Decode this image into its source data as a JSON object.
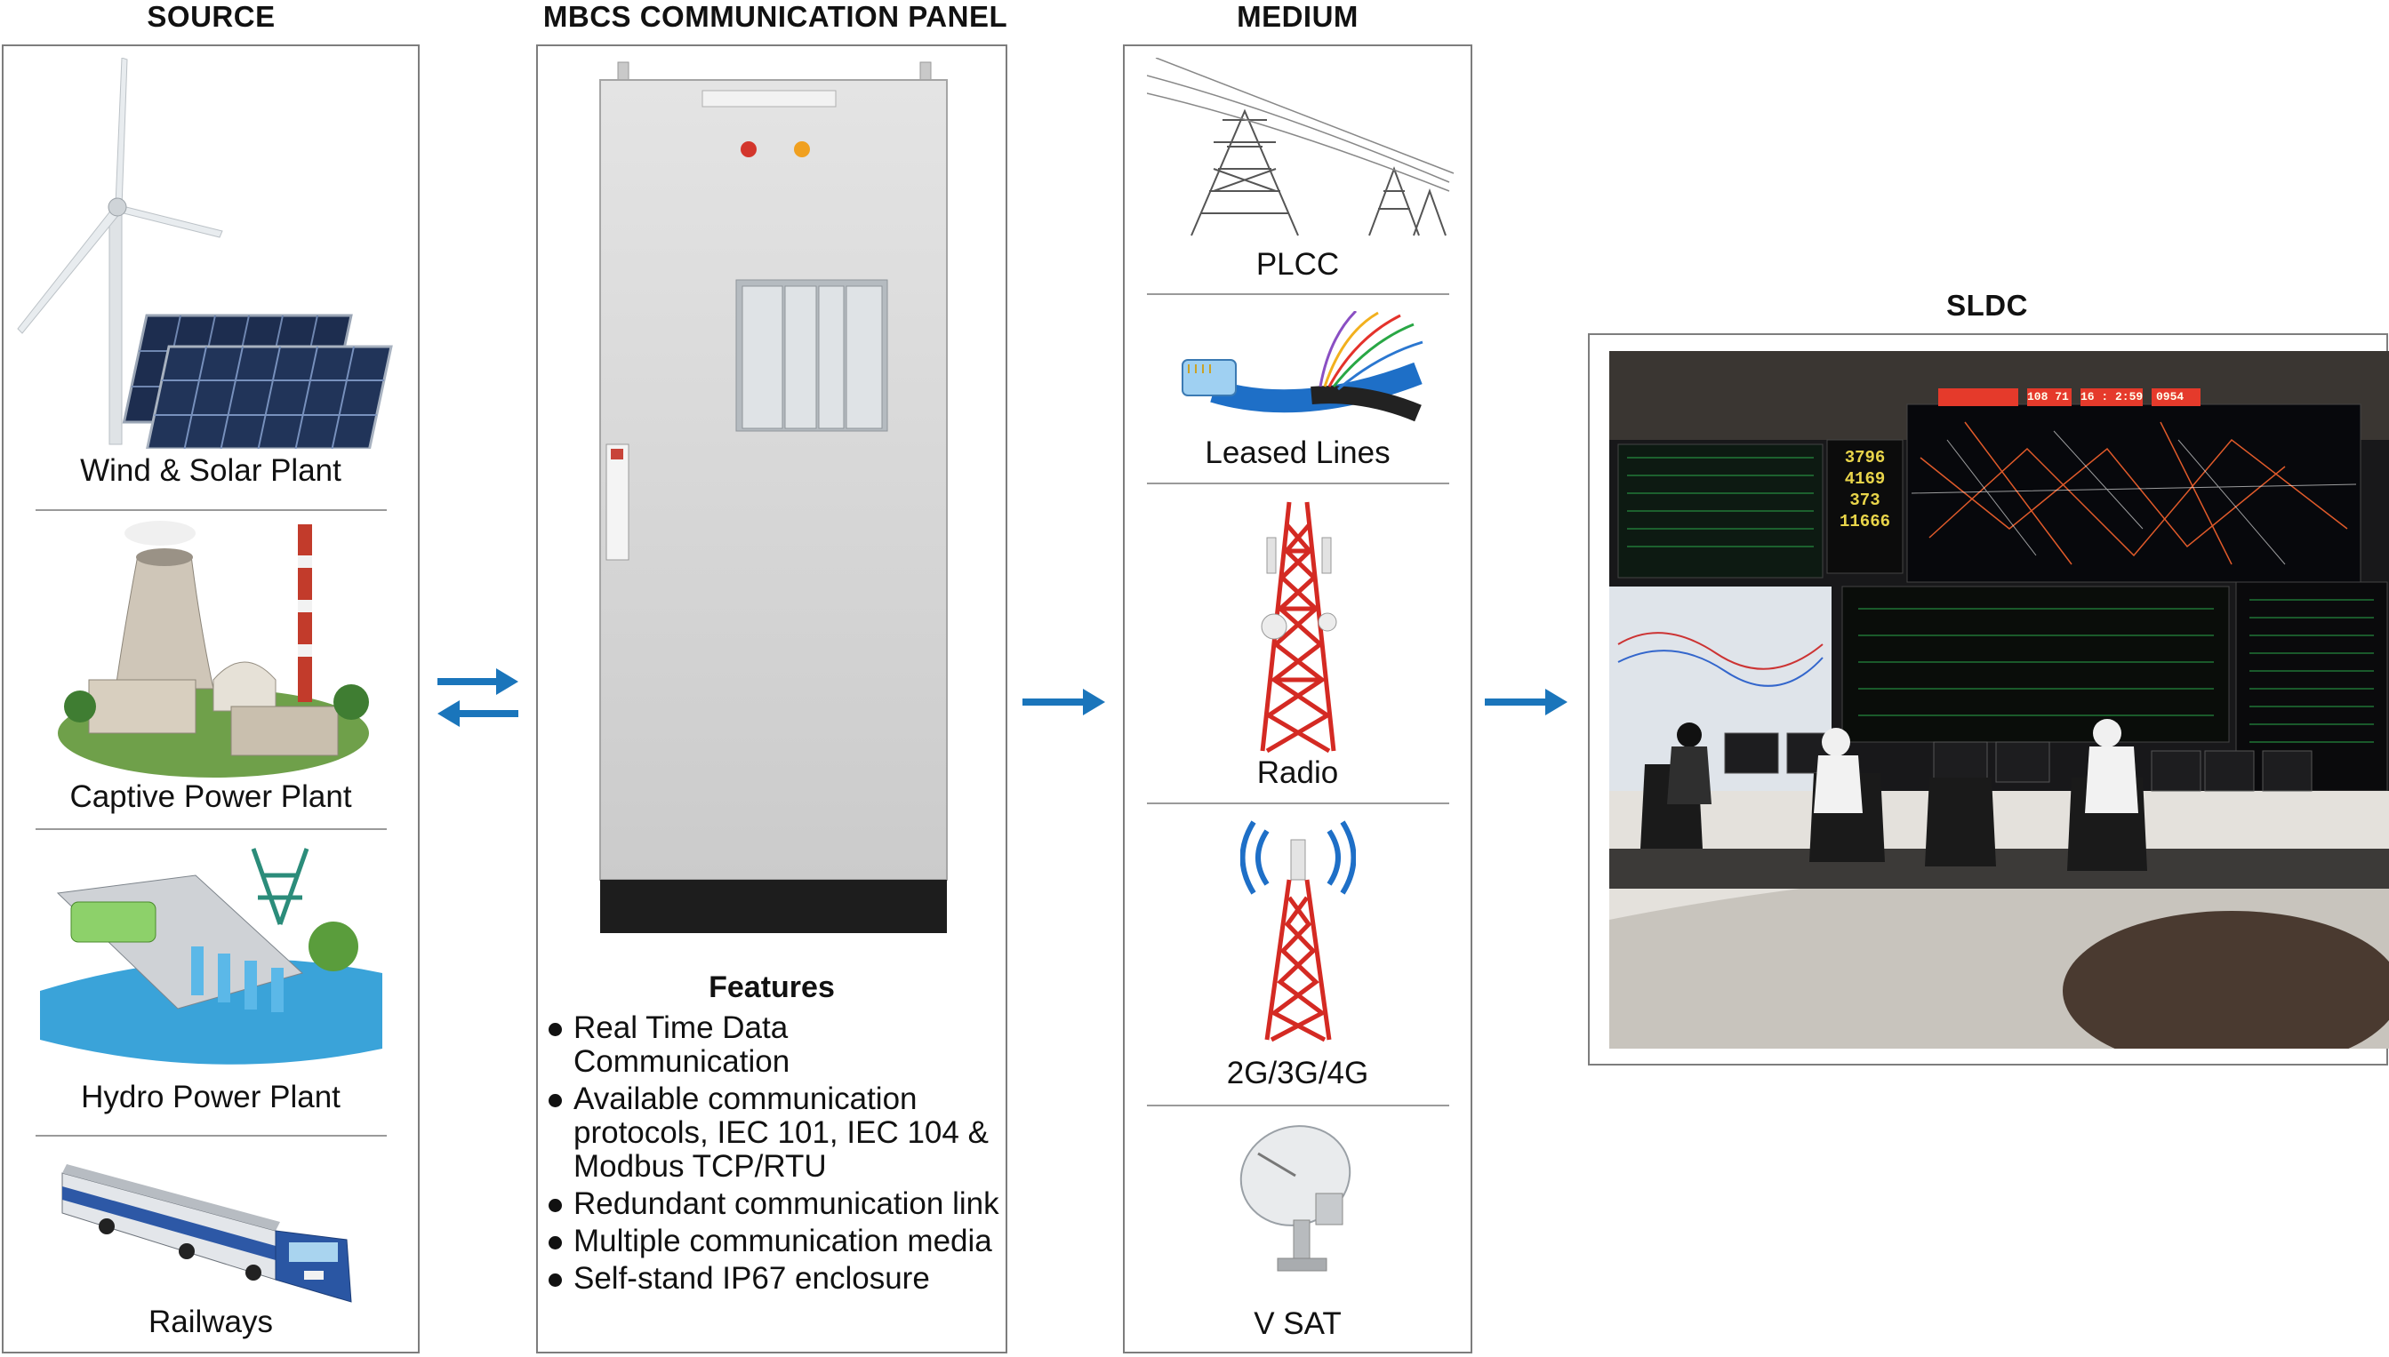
{
  "columns": {
    "source": "SOURCE",
    "panel": "MBCS COMMUNICATION PANEL",
    "medium": "MEDIUM",
    "sldc": "SLDC"
  },
  "sources": [
    "Wind & Solar Plant",
    "Captive Power Plant",
    "Hydro Power Plant",
    "Railways"
  ],
  "media": [
    "PLCC",
    "Leased Lines",
    "Radio",
    "2G/3G/4G",
    "V SAT"
  ],
  "features": {
    "title": "Features",
    "items": [
      "Real Time Data Communication",
      "Available communication protocols, IEC 101, IEC 104 & Modbus TCP/RTU",
      "Redundant communication link",
      "Multiple communication media",
      "Self-stand IP67 enclosure"
    ]
  },
  "sldc_wall": {
    "counter_values": [
      "3796",
      "4169",
      "373",
      "11666"
    ],
    "clock_values": [
      "108 71",
      "16 : 2:59",
      "0954"
    ]
  },
  "colors": {
    "arrow": "#1a75bb",
    "border": "#7d7d7d",
    "tower_red": "#d42a23"
  }
}
